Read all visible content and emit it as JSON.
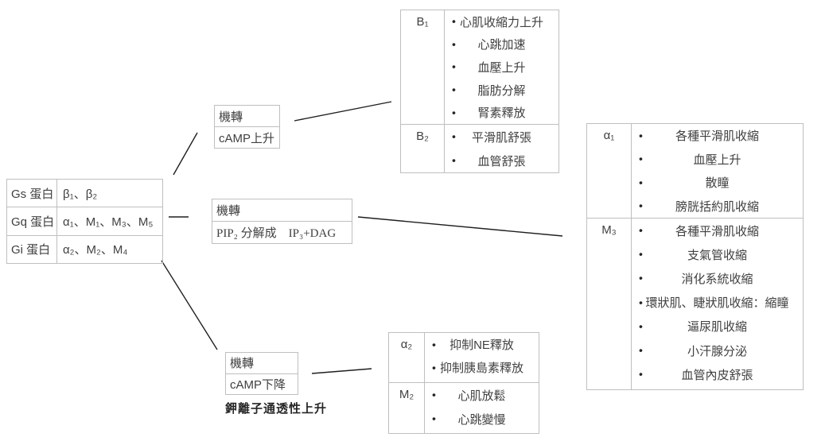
{
  "colors": {
    "border": "#bfbfbf",
    "text": "#404040",
    "line": "#1f1f1f"
  },
  "bullet": "•",
  "g_protein_table": {
    "rows": [
      {
        "protein": "Gs 蛋白",
        "receptors": "β₁、β₂"
      },
      {
        "protein": "Gq 蛋白",
        "receptors": "α₁、M₁、M₃、M₅"
      },
      {
        "protein": "Gi 蛋白",
        "receptors": "α₂、M₂、M₄"
      }
    ]
  },
  "mechanism_boxes": {
    "gs": {
      "title": "機轉",
      "value": "cAMP上升"
    },
    "gq": {
      "title": "機轉",
      "value": "PIP₂ 分解成　IP₃+DAG"
    },
    "gi": {
      "title": "機轉",
      "value": "cAMP下降",
      "note": "鉀離子通透性上升"
    }
  },
  "receptor_tables": {
    "beta": {
      "b1": {
        "receptor": "B₁",
        "effects": [
          "心肌收縮力上升",
          "心跳加速",
          "血壓上升",
          "脂肪分解",
          "腎素釋放"
        ]
      },
      "b2": {
        "receptor": "B₂",
        "effects": [
          "平滑肌舒張",
          "血管舒張"
        ]
      }
    },
    "alpha1_m3": {
      "a1": {
        "receptor": "α₁",
        "effects": [
          "各種平滑肌收縮",
          "血壓上升",
          "散瞳",
          "膀胱括約肌收縮"
        ]
      },
      "m3": {
        "receptor": "M₃",
        "effects": [
          "各種平滑肌收縮",
          "支氣管收縮",
          "消化系統收縮",
          "環狀肌、睫狀肌收縮：縮瞳",
          "逼尿肌收縮",
          "小汗腺分泌",
          "血管內皮舒張"
        ]
      }
    },
    "alpha2_m2": {
      "a2": {
        "receptor": "α₂",
        "effects": [
          "抑制NE釋放",
          "抑制胰島素釋放"
        ]
      },
      "m2": {
        "receptor": "M₂",
        "effects": [
          "心肌放鬆",
          "心跳變慢"
        ]
      }
    }
  }
}
